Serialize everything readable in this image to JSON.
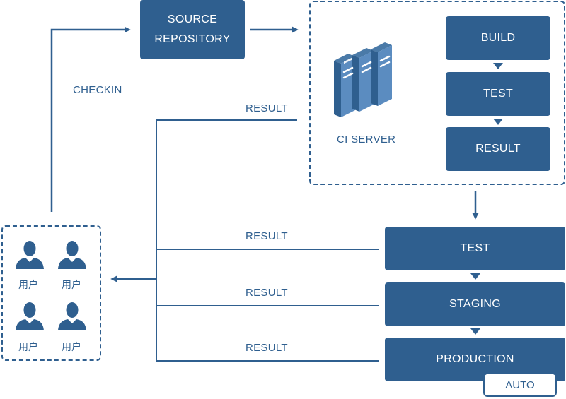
{
  "colors": {
    "primary": "#2f5f8f",
    "background": "#ffffff"
  },
  "icons": {
    "server": "server-rack-icon",
    "user": "user-silhouette-icon"
  },
  "source_repository": {
    "line1": "SOURCE",
    "line2": "REPOSITORY"
  },
  "checkin_label": "CHECKIN",
  "ci_server": {
    "label": "CI SERVER",
    "steps": [
      "BUILD",
      "TEST",
      "RESULT"
    ]
  },
  "pipeline": {
    "stages": [
      "TEST",
      "STAGING",
      "PRODUCTION"
    ],
    "auto_badge": "AUTO"
  },
  "result_labels": [
    "RESULT",
    "RESULT",
    "RESULT",
    "RESULT"
  ],
  "users": [
    "用户",
    "用户",
    "用户",
    "用户"
  ]
}
